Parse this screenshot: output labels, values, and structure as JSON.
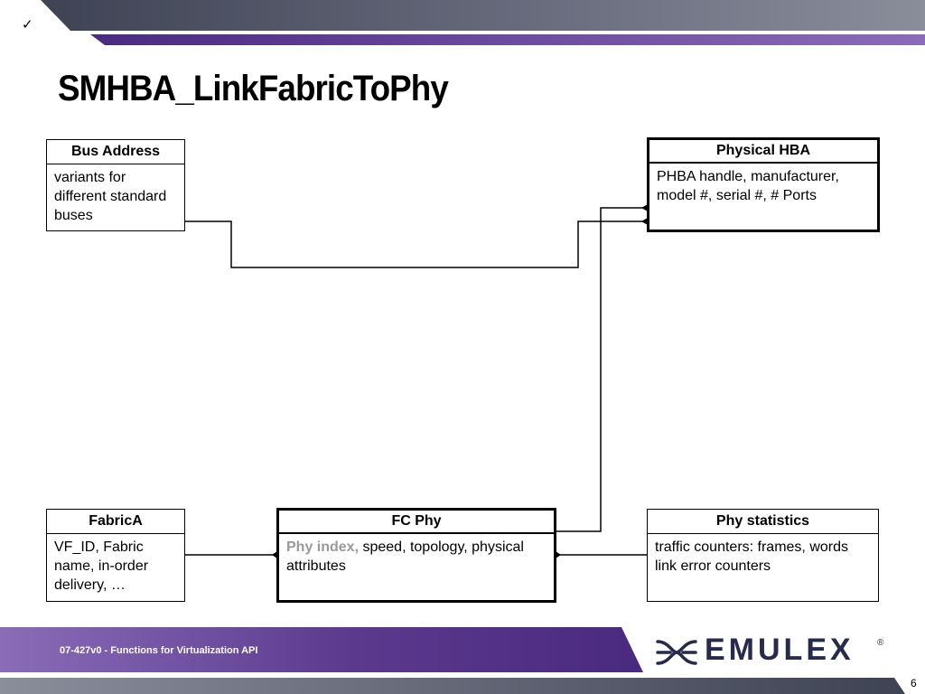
{
  "header": {
    "check": "✓"
  },
  "title": "SMHBA_LinkFabricToPhy",
  "boxes": {
    "bus_address": {
      "title": "Bus Address",
      "body": "variants for different standard buses"
    },
    "physical_hba": {
      "title": "Physical HBA",
      "body": "PHBA handle, manufacturer, model #, serial #, # Ports"
    },
    "fabric_a": {
      "title": "FabricA",
      "body": "VF_ID, Fabric name, in-order delivery, …"
    },
    "fc_phy": {
      "title": "FC Phy",
      "body_key": "Phy index,",
      "body_rest": " speed, topology, physical attributes"
    },
    "phy_statistics": {
      "title": "Phy statistics",
      "body": "traffic counters: frames, words link error counters"
    }
  },
  "footer": {
    "text": "07-427v0 - Functions for Virtualization API",
    "logo_text": "EMULEX",
    "logo_mark": "®",
    "page_number": "6"
  },
  "colors": {
    "purple": "#5b3a8e",
    "slate": "#5b5f72",
    "logo_navy": "#262b4d"
  }
}
